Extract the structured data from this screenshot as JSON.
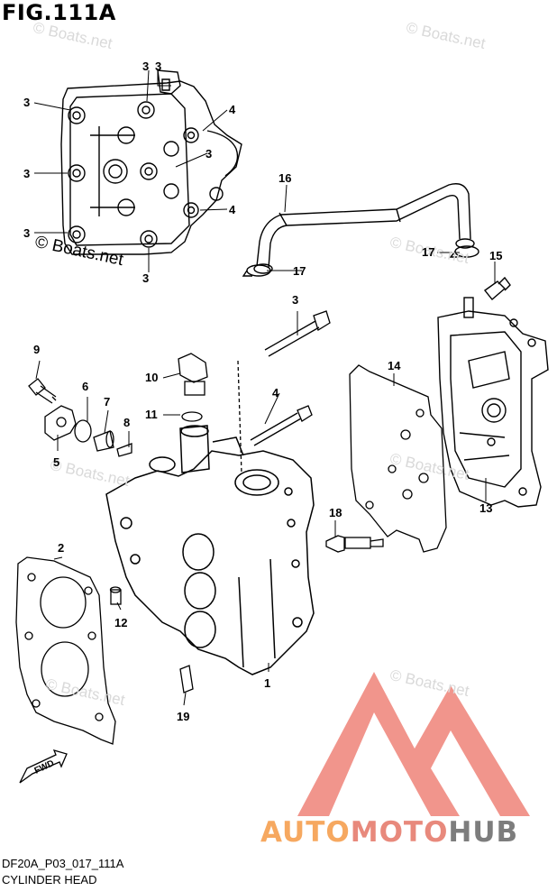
{
  "figure": {
    "title": "FIG.111A",
    "code": "DF20A_P03_017_111A",
    "subtitle": "CYLINDER HEAD"
  },
  "watermark": {
    "text": "© Boats.net",
    "color": "#d9d9d9",
    "emphasized_text": "© Boats.net"
  },
  "brand": {
    "part1": "AUTO",
    "part2": "MOTO",
    "part3": "HUB",
    "colors": {
      "auto": "#f6a860",
      "moto": "#e8897c",
      "hub": "#7d7d7d",
      "logo": "#f08a80"
    }
  },
  "fwd_label": "FWD",
  "callouts": {
    "c1": "1",
    "c2": "2",
    "c3": "3",
    "c4": "4",
    "c5": "5",
    "c6": "6",
    "c7": "7",
    "c8": "8",
    "c9": "9",
    "c10": "10",
    "c11": "11",
    "c12": "12",
    "c13": "13",
    "c14": "14",
    "c15": "15",
    "c16": "16",
    "c17": "17",
    "c18": "18",
    "c19": "19"
  }
}
